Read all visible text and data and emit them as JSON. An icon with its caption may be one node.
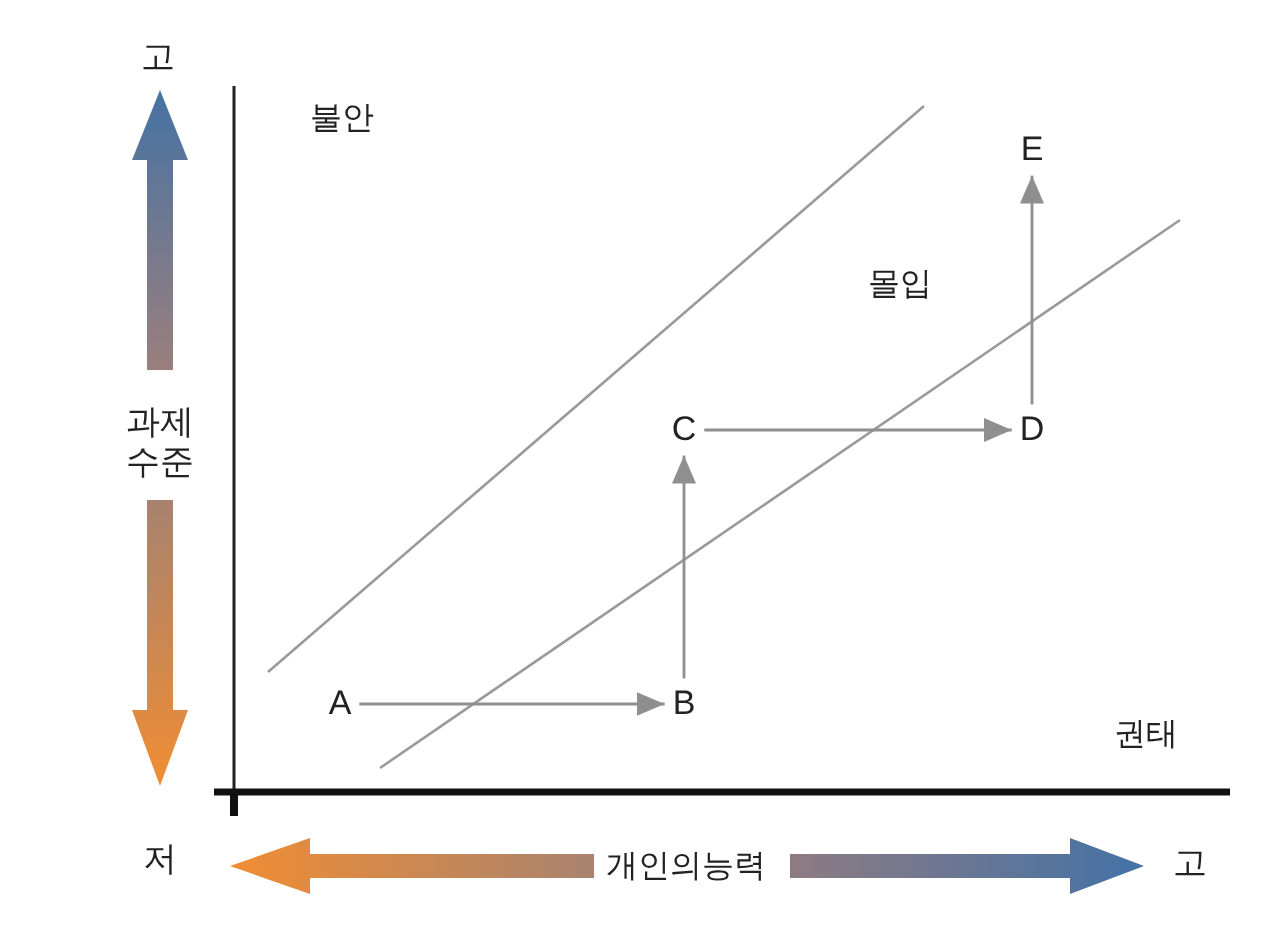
{
  "diagram": {
    "nodes": [
      {
        "text": [
          "A"
        ]
      },
      {
        "text": [
          "B"
        ]
      },
      {
        "text": [
          "C"
        ]
      },
      {
        "text": [
          "D"
        ]
      },
      {
        "text": [
          "E"
        ]
      }
    ],
    "edges": [
      {
        "from": 0,
        "to": 1,
        "arrow": "to"
      },
      {
        "from": 1,
        "to": 2,
        "arrow": "to"
      },
      {
        "from": 2,
        "to": 3,
        "arrow": "to"
      },
      {
        "from": 3,
        "to": 4,
        "arrow": "to"
      }
    ],
    "labels": [
      "고",
      "불안",
      "몰입",
      "과제 수준",
      "권태",
      "저",
      "개인의능력",
      "고"
    ]
  }
}
